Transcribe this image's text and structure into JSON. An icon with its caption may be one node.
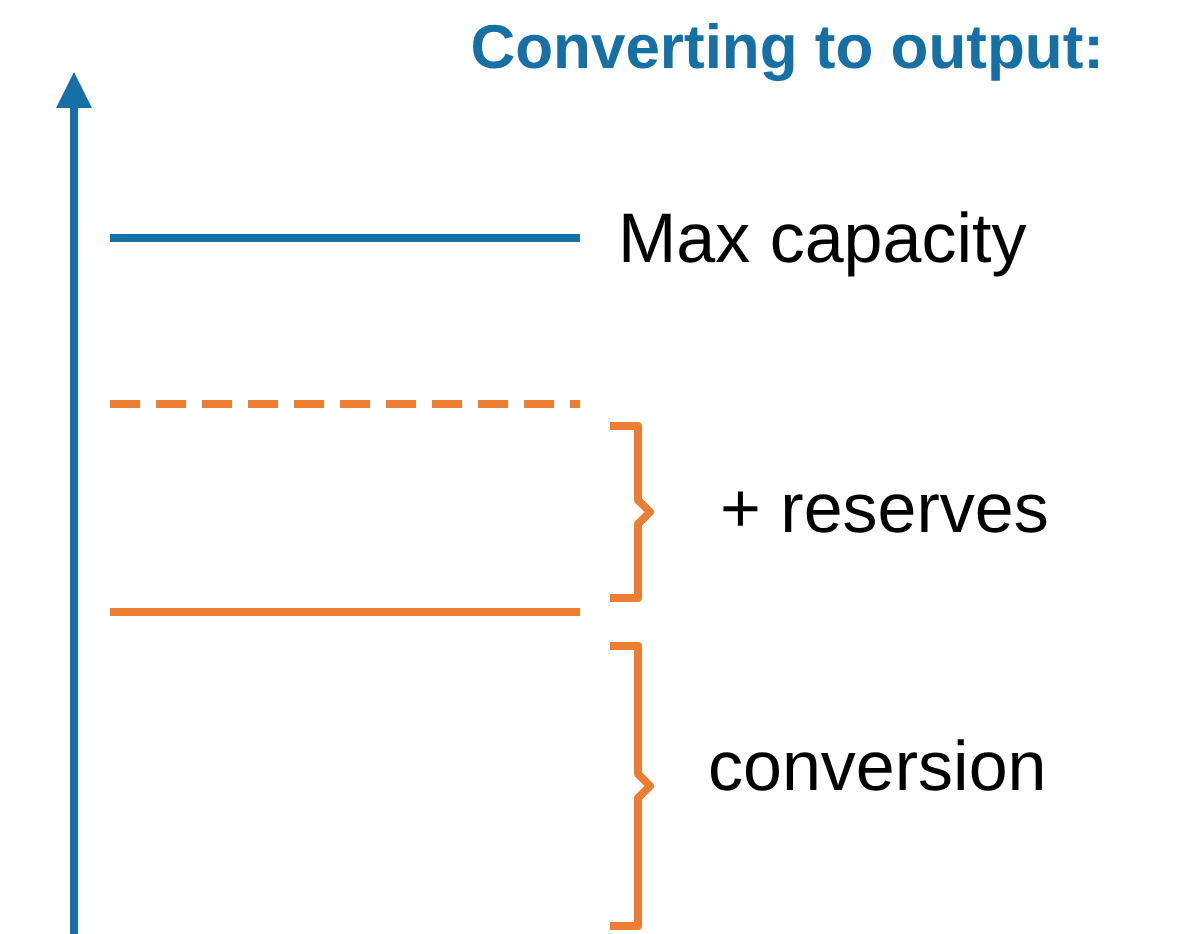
{
  "diagram": {
    "title": "Converting to output:",
    "labels": [
      "Max capacity",
      "+ reserves",
      "conversion"
    ]
  }
}
